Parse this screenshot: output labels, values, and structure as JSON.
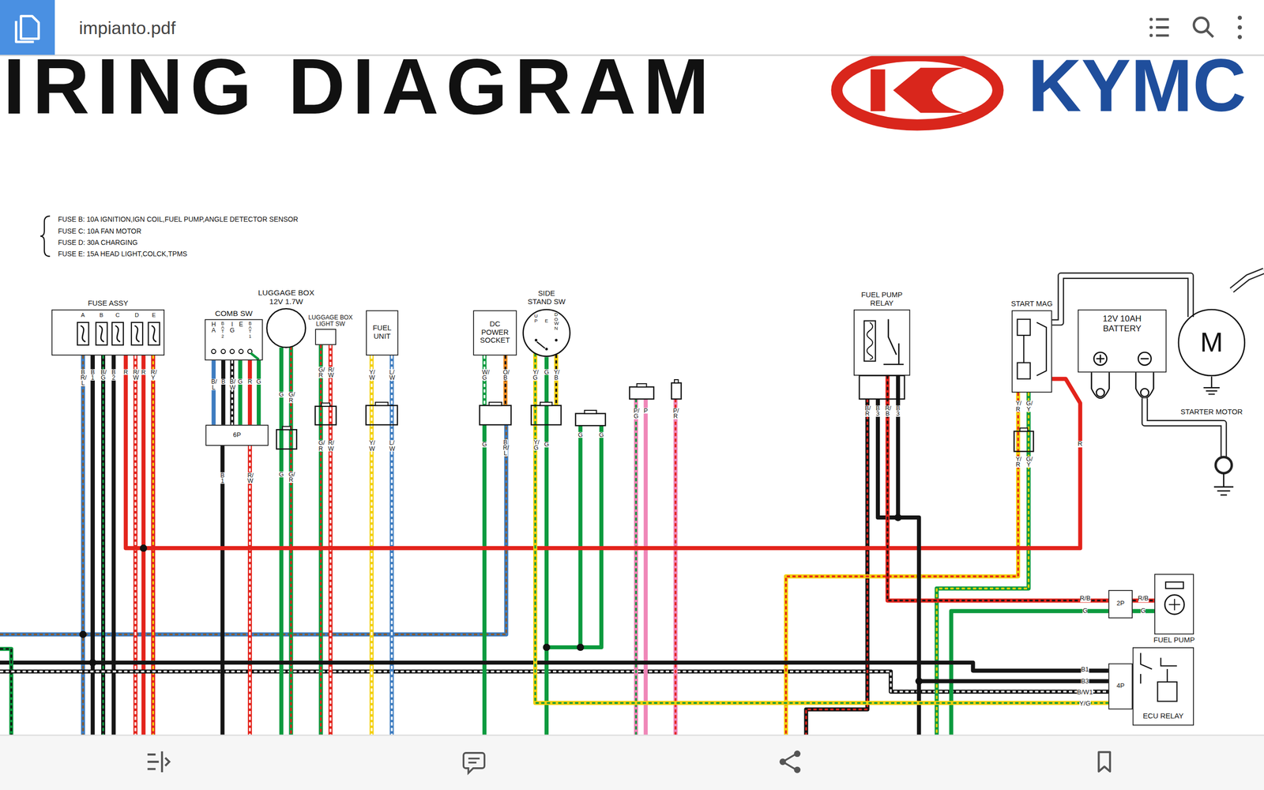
{
  "diagram": {
    "title": "IRING DIAGRAM",
    "nodes": [
      {
        "text": [
          "FUSE ASSY"
        ]
      },
      {
        "text": [
          "COMB SW"
        ]
      },
      {
        "text": [
          "LUGGAGE BOX 12V 1.7W"
        ]
      },
      {
        "text": [
          "LUGGAGE BOX LIGHT SW"
        ]
      },
      {
        "text": [
          "FUEL UNIT"
        ]
      },
      {
        "text": [
          "DC POWER SOCKET"
        ]
      },
      {
        "text": [
          "SIDE STAND SW"
        ]
      },
      {
        "text": [
          "FUEL PUMP RELAY"
        ]
      },
      {
        "text": [
          "START MAG"
        ]
      },
      {
        "text": [
          "12V 10AH BATTERY"
        ]
      },
      {
        "text": [
          "M",
          "STARTER MOTOR"
        ]
      },
      {
        "text": [
          "6P"
        ]
      },
      {
        "text": [
          "FUEL PUMP"
        ]
      },
      {
        "text": [
          "2P"
        ]
      },
      {
        "text": [
          "ECU RELAY"
        ]
      },
      {
        "text": [
          "4P"
        ]
      }
    ],
    "edges": [
      {
        "from": 0,
        "to": 8,
        "arrow": "none",
        "label": "R"
      },
      {
        "from": 0,
        "to": 15,
        "arrow": "none",
        "label": "B1"
      },
      {
        "from": 6,
        "to": 15,
        "arrow": "none",
        "label": "Y/G"
      },
      {
        "from": 7,
        "to": 13,
        "arrow": "none",
        "label": "R/B"
      },
      {
        "from": 7,
        "to": 15,
        "arrow": "none",
        "label": "B3"
      },
      {
        "from": 13,
        "to": 12,
        "arrow": "none"
      },
      {
        "from": 8,
        "to": 10,
        "arrow": "none"
      }
    ],
    "labels": [
      "impianto.pdf",
      "KYMC",
      "FUSE B: 10A IGNITION,IGN COIL,FUEL PUMP,ANGLE DETECTOR SENSOR",
      "FUSE C: 10A FAN MOTOR",
      "FUSE D: 30A CHARGING",
      "FUSE E: 15A HEAD LIGHT,COLCK,TPMS",
      "A",
      "B",
      "C",
      "D",
      "E",
      "BR/L",
      "B1",
      "B/G",
      "B2",
      "R",
      "R/W",
      "R",
      "R/Y",
      "HA",
      "BAT2",
      "IG",
      "E",
      "BAT1",
      "B/L",
      "B",
      "B/W",
      "G",
      "R",
      "G",
      "B1",
      "R/W",
      "G",
      "G/R",
      "G",
      "G/R",
      "G/R",
      "R/W",
      "G/R",
      "R/W",
      "Y/W",
      "L/W",
      "Y/W",
      "L/W",
      "W/G",
      "O/B",
      "G",
      "BR/L",
      "UP",
      "E",
      "DOWN",
      "Y/G",
      "G",
      "Y/B",
      "Y/G",
      "G",
      "G",
      "G",
      "P/G",
      "P",
      "P/R",
      "B/R",
      "B3",
      "R/B",
      "B3",
      "Y/R",
      "G/Y",
      "Y/R",
      "G/Y",
      "G",
      "R/B",
      "G",
      "B/W1"
    ]
  }
}
